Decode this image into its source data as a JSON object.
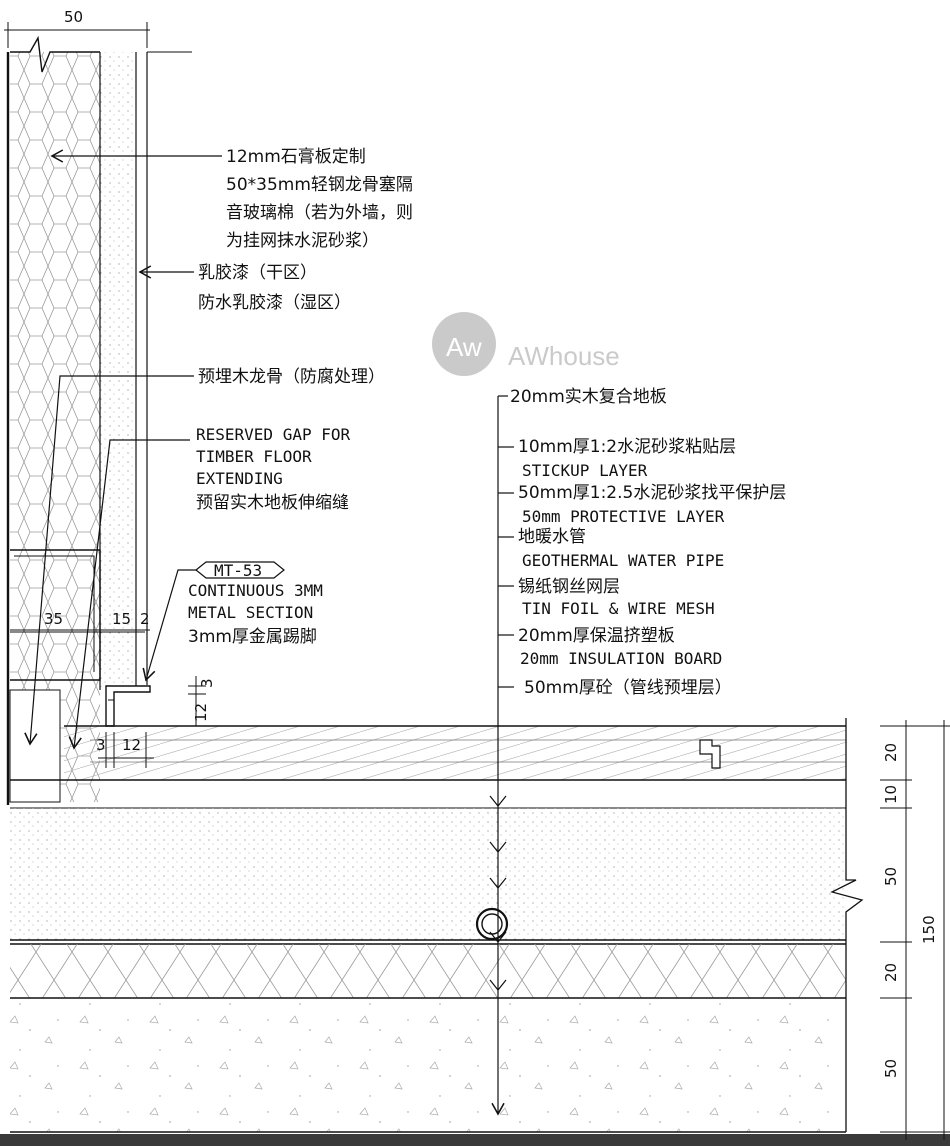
{
  "top_dimension": "50",
  "wall_labels": {
    "gypsum": "12mm石膏板定制",
    "keel": "50*35mm轻钢龙骨塞隔",
    "glasswool": "音玻璃棉（若为外墙，则",
    "mortar": "为挂网抹水泥砂浆）",
    "latex": "乳胶漆（干区）",
    "waterproof_latex": "防水乳胶漆（湿区）",
    "timber_keel": "预埋木龙骨（防腐处理）"
  },
  "gap_note": {
    "line1": "RESERVED GAP FOR",
    "line2": "TIMBER FLOOR",
    "line3": "EXTENDING",
    "cn": "预留实木地板伸缩缝"
  },
  "skirting": {
    "tag": "MT-53",
    "line1": "CONTINUOUS 3MM",
    "line2": "METAL SECTION",
    "cn": "3mm厚金属踢脚"
  },
  "floor_layers": [
    {
      "cn": "20mm实木复合地板",
      "en": ""
    },
    {
      "cn": "10mm厚1:2水泥砂浆粘贴层",
      "en": "STICKUP LAYER"
    },
    {
      "cn": "50mm厚1:2.5水泥砂浆找平保护层",
      "en": "50mm PROTECTIVE LAYER"
    },
    {
      "cn": "地暖水管",
      "en": "GEOTHERMAL WATER PIPE"
    },
    {
      "cn": "锡纸钢丝网层",
      "en": "TIN FOIL & WIRE MESH"
    },
    {
      "cn": "20mm厚保温挤塑板",
      "en": "20mm INSULATION BOARD"
    },
    {
      "cn": "50mm厚砼（管线预埋层）",
      "en": ""
    }
  ],
  "dims": {
    "wall_35": "35",
    "wall_15": "15",
    "wall_2": "2",
    "skirt_3v": "3",
    "skirt_12v": "12",
    "skirt_3h": "3",
    "skirt_12h": "12",
    "layer_20": "20",
    "layer_10": "10",
    "layer_50a": "50",
    "layer_20b": "20",
    "layer_50b": "50",
    "total": "150"
  },
  "watermark": {
    "logo": "Aw",
    "text": "AWhouse"
  }
}
